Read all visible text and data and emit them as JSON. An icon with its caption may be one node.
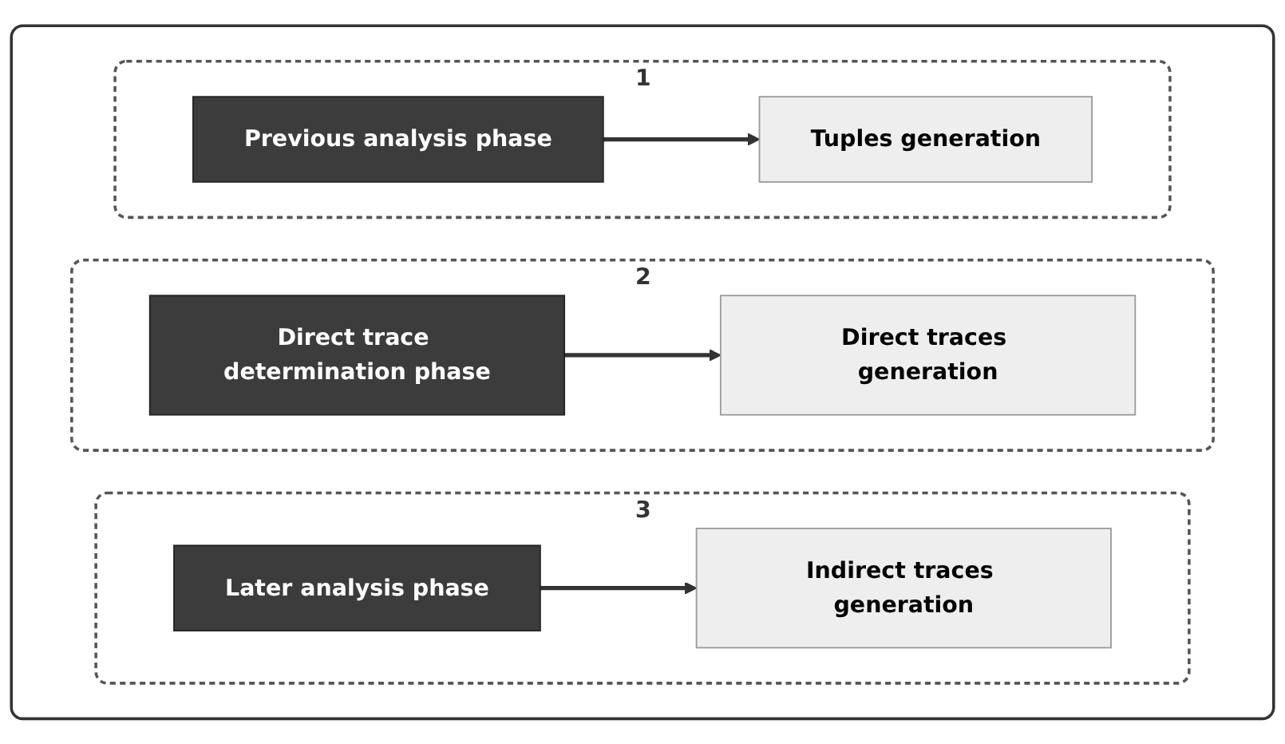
{
  "diagram": {
    "nodes": [
      {
        "text": [],
        "shape": "box"
      },
      {
        "text": [
          "1"
        ],
        "in": 0
      },
      {
        "text": [
          "Previous analysis phase"
        ],
        "in": 1
      },
      {
        "text": [
          "Tuples generation"
        ],
        "in": 1
      },
      {
        "text": [
          "2"
        ],
        "in": 0
      },
      {
        "text": [
          "Direct trace determination phase"
        ],
        "in": 4
      },
      {
        "text": [
          "Direct traces generation"
        ],
        "in": 4
      },
      {
        "text": [
          "3"
        ],
        "in": 0
      },
      {
        "text": [
          "Later analysis phase"
        ],
        "in": 7
      },
      {
        "text": [
          "Indirect traces generation"
        ],
        "in": 7
      }
    ],
    "edges": [
      {
        "from": 2,
        "to": 3,
        "arrow": "to"
      },
      {
        "from": 5,
        "to": 6,
        "arrow": "to"
      },
      {
        "from": 8,
        "to": 9,
        "arrow": "to"
      }
    ]
  }
}
